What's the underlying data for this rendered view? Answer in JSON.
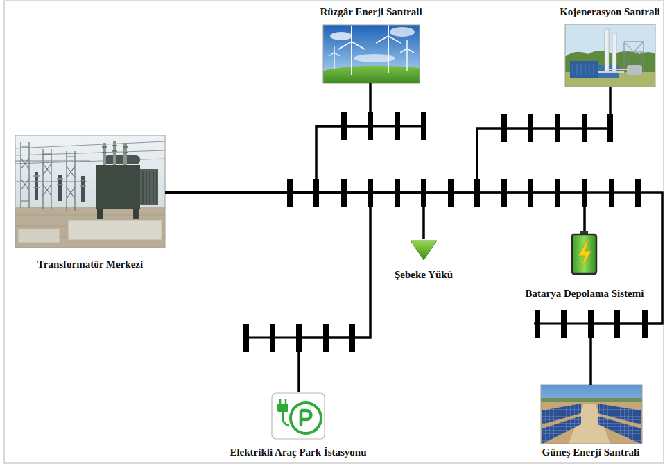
{
  "diagram": {
    "nodes": [
      {
        "text": [
          "Rüzgâr Enerji Santrali"
        ]
      },
      {
        "text": [
          "Kojenerasyon Santrali"
        ]
      },
      {
        "text": [
          "Transformatör Merkezi"
        ]
      },
      {
        "text": [
          "Şebeke Yükü"
        ]
      },
      {
        "text": [
          "Batarya Depolama Sistemi"
        ]
      },
      {
        "text": [
          "Elektrikli Araç Park İstasyonu"
        ]
      },
      {
        "text": [
          "Güneş Enerji Santrali"
        ]
      }
    ],
    "edges": [
      {
        "from": 2,
        "to": 0,
        "arrow": "none"
      },
      {
        "from": 2,
        "to": 1,
        "arrow": "none"
      },
      {
        "from": 2,
        "to": 3,
        "arrow": "none"
      },
      {
        "from": 2,
        "to": 4,
        "arrow": "none"
      },
      {
        "from": 2,
        "to": 5,
        "arrow": "none"
      },
      {
        "from": 2,
        "to": 6,
        "arrow": "none"
      }
    ]
  }
}
